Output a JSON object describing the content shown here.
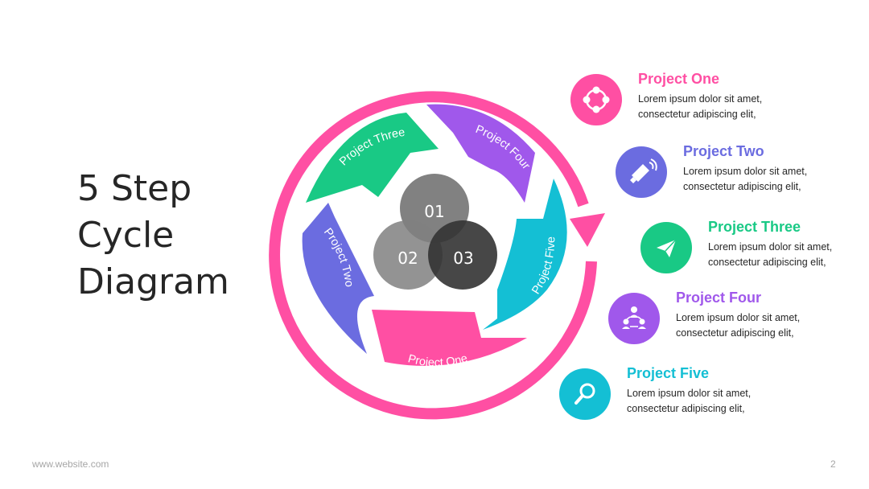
{
  "title_lines": [
    "5 Step",
    "Cycle",
    "Diagram"
  ],
  "colors": {
    "pink": "#ff4fa3",
    "purple": "#6b6ce0",
    "green": "#19c985",
    "violet": "#a058eb",
    "cyan": "#14bfd4",
    "gray_light": "#737373",
    "gray_mid": "#5a5a5a",
    "gray_dark": "#3a3a3a"
  },
  "cycle": {
    "segments": [
      {
        "label": "Project One",
        "color": "#ff4fa3"
      },
      {
        "label": "Project Two",
        "color": "#6b6ce0"
      },
      {
        "label": "Project Three",
        "color": "#19c985"
      },
      {
        "label": "Project Four",
        "color": "#a058eb"
      },
      {
        "label": "Project Five",
        "color": "#14bfd4"
      }
    ],
    "center": [
      "01",
      "02",
      "03"
    ]
  },
  "items": [
    {
      "title": "Project One",
      "line1": "Lorem ipsum dolor sit amet,",
      "line2": "consectetur adipiscing elit,",
      "color": "#ff4fa3",
      "icon": "network-icon"
    },
    {
      "title": "Project Two",
      "line1": "Lorem ipsum dolor sit amet,",
      "line2": "consectetur adipiscing elit,",
      "color": "#6b6ce0",
      "icon": "megaphone-icon"
    },
    {
      "title": "Project Three",
      "line1": "Lorem ipsum dolor sit amet,",
      "line2": "consectetur adipiscing elit,",
      "color": "#19c985",
      "icon": "paper-plane-icon"
    },
    {
      "title": "Project Four",
      "line1": "Lorem ipsum dolor sit amet,",
      "line2": "consectetur adipiscing elit,",
      "color": "#a058eb",
      "icon": "team-icon"
    },
    {
      "title": "Project Five",
      "line1": "Lorem ipsum dolor sit amet,",
      "line2": "consectetur adipiscing elit,",
      "color": "#14bfd4",
      "icon": "magnifier-icon"
    }
  ],
  "footer": {
    "url": "www.website.com",
    "page": "2"
  }
}
